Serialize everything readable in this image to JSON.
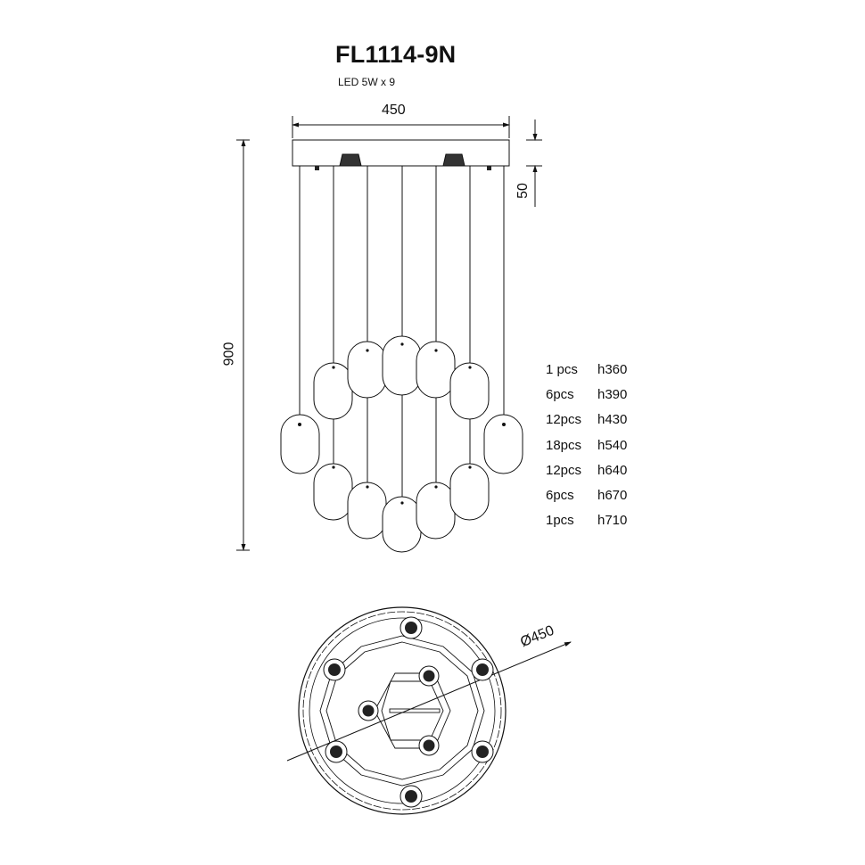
{
  "title": "FL1114-9N",
  "subtitle": "LED 5W x 9",
  "dimensions": {
    "width": "450",
    "canopy_height": "50",
    "total_height": "900",
    "diameter": "Ø450"
  },
  "specs": [
    {
      "qty": "1 pcs",
      "height": "h360"
    },
    {
      "qty": "6pcs",
      "height": "h390"
    },
    {
      "qty": "12pcs",
      "height": "h430"
    },
    {
      "qty": "18pcs",
      "height": "h540"
    },
    {
      "qty": "12pcs",
      "height": "h640"
    },
    {
      "qty": "6pcs",
      "height": "h670"
    },
    {
      "qty": "1pcs",
      "height": "h710"
    }
  ]
}
